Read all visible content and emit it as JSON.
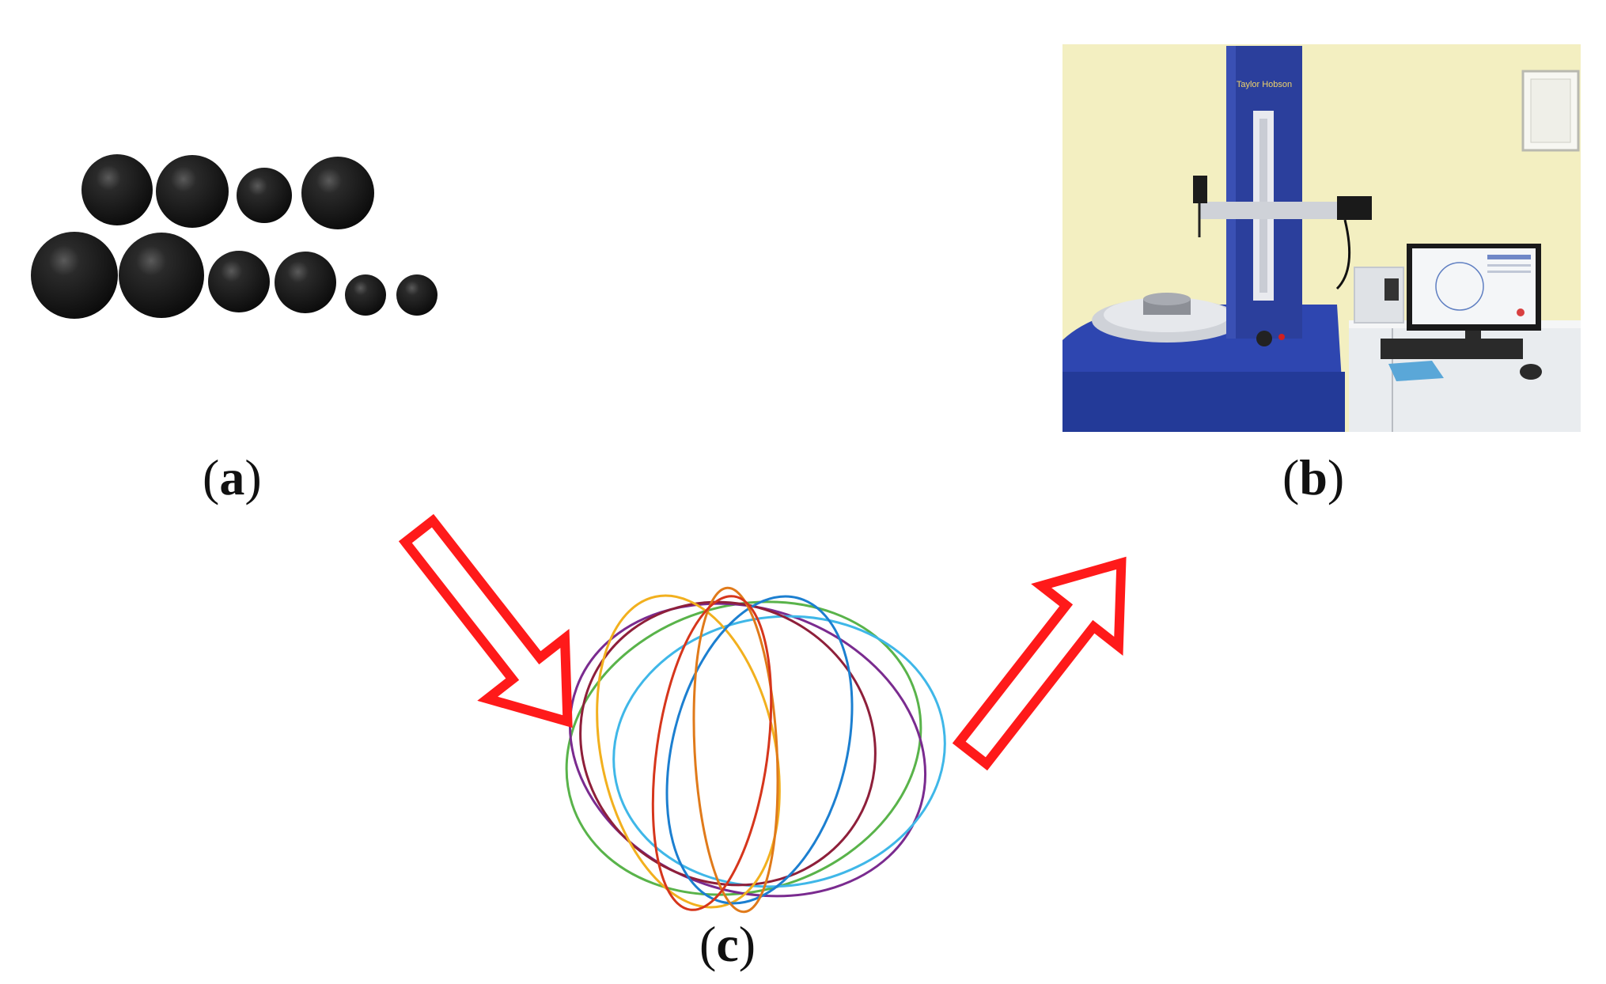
{
  "figure": {
    "panels": [
      {
        "id": "a",
        "label_open": "(",
        "letter": "a",
        "label_close": ")",
        "content": "steel-balls-photo"
      },
      {
        "id": "b",
        "label_open": "(",
        "letter": "b",
        "label_close": ")",
        "content": "roundness-measuring-instrument-photo"
      },
      {
        "id": "c",
        "label_open": "(",
        "letter": "c",
        "label_close": ")",
        "content": "multi-circle-sphere-trace"
      }
    ],
    "arrows": [
      {
        "from": "a",
        "to": "c",
        "color": "#ff1a1a"
      },
      {
        "from": "c",
        "to": "b",
        "color": "#ff1a1a"
      }
    ],
    "balls": {
      "color": "#141414",
      "count": 10
    },
    "trace_colors": [
      "#7a2b8f",
      "#f2b01e",
      "#1c7fd0",
      "#d6361c",
      "#59b34a",
      "#3fb7e8",
      "#8e1f3a",
      "#e07a1a",
      "#6b3fa0"
    ],
    "instrument": {
      "brand_text": "Taylor Hobson",
      "colors": {
        "wall": "#f3efc1",
        "machine": "#2b3f9c",
        "base": "#2e46b0",
        "desk": "#e9ecef"
      }
    }
  }
}
